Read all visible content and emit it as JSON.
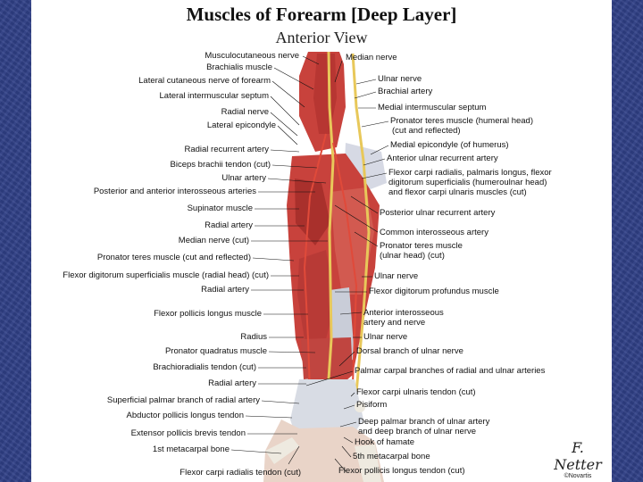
{
  "title": "Muscles of Forearm [Deep Layer]",
  "subtitle": "Anterior View",
  "left_labels": [
    "Musculocutaneous nerve",
    "Brachialis muscle",
    "Lateral cutaneous nerve of forearm",
    "Lateral intermuscular septum",
    "Radial nerve",
    "Lateral epicondyle",
    "Radial recurrent artery",
    "Biceps brachii tendon (cut)",
    "Ulnar artery",
    "Posterior and anterior interosseous arteries",
    "Supinator muscle",
    "Radial artery",
    "Median nerve (cut)",
    "Pronator teres muscle (cut and reflected)",
    "Flexor digitorum superficialis muscle (radial head) (cut)",
    "Radial artery",
    "Flexor pollicis longus muscle",
    "Radius",
    "Pronator quadratus muscle",
    "Brachioradialis tendon (cut)",
    "Radial artery",
    "Superficial palmar branch of radial artery",
    "Abductor pollicis longus tendon",
    "Extensor pollicis brevis tendon",
    "1st metacarpal bone",
    "Flexor carpi radialis tendon (cut)"
  ],
  "right_labels": [
    "Median nerve",
    "Ulnar nerve",
    "Brachial artery",
    "Medial intermuscular septum",
    "Pronator teres muscle (humeral head)",
    "(cut and reflected)",
    "Medial epicondyle (of humerus)",
    "Anterior ulnar recurrent artery",
    "Flexor carpi radialis, palmaris longus, flexor",
    "digitorum superficialis (humeroulnar head)",
    "and flexor carpi ulnaris muscles (cut)",
    "Posterior ulnar recurrent artery",
    "Common interosseous artery",
    "Pronator teres muscle",
    "(ulnar head) (cut)",
    "Ulnar nerve",
    "Flexor digitorum profundus muscle",
    "Anterior interosseous",
    "artery and nerve",
    "Ulnar nerve",
    "Dorsal branch of ulnar nerve",
    "Palmar carpal branches of radial and ulnar arteries",
    "Flexor carpi ulnaris tendon (cut)",
    "Pisiform",
    "Deep palmar branch of ulnar artery",
    "and deep branch of ulnar nerve",
    "Hook of hamate",
    "5th metacarpal bone",
    "Flexor pollicis longus tendon (cut)"
  ],
  "signature": {
    "mark": "F. Netter",
    "copyright": "©Novartis"
  },
  "colors": {
    "background": "#2f3f86",
    "muscle": "#c8423c",
    "muscle_light": "#e08a80",
    "nerve": "#e8c85a",
    "tendon": "#d8dce4",
    "bone": "#eeeae0"
  }
}
